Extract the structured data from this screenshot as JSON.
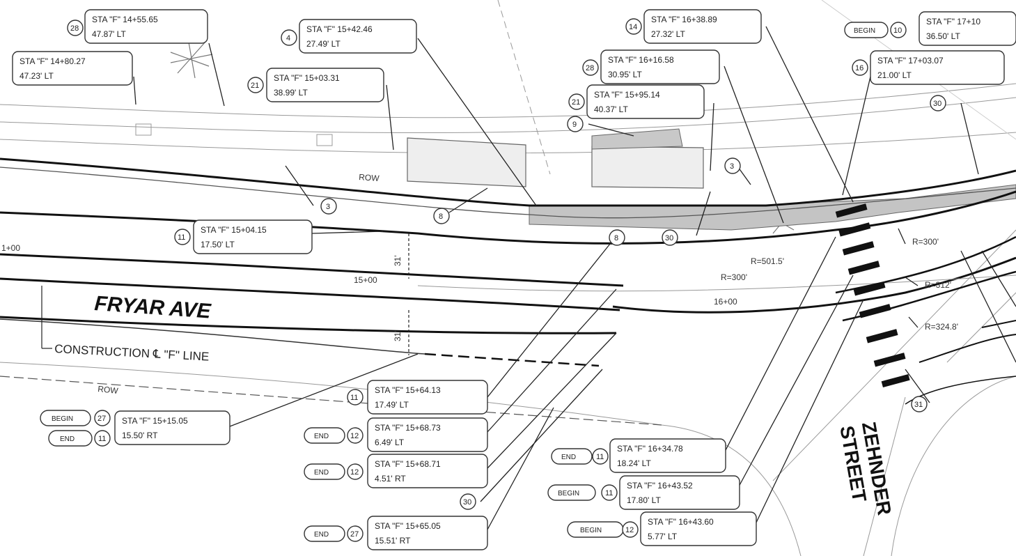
{
  "road_name": "FRYAR AVE",
  "street_name_line1": "ZEHNDER",
  "street_name_line2": "STREET",
  "centerline_label": "CONSTRUCTION ℄ \"F\" LINE",
  "row_labels": [
    "ROW",
    "ROW"
  ],
  "stations": [
    "15+00",
    "16+00",
    "1+00"
  ],
  "widths": [
    "31'",
    "31'"
  ],
  "radii": [
    "R=501.5'",
    "R=300'",
    "R=300'",
    "R=312'",
    "R=324.8'"
  ],
  "callouts": [
    {
      "tags": [],
      "num": "28",
      "sta": "STA \"F\" 14+55.65",
      "off": "47.87' LT"
    },
    {
      "tags": [],
      "num": "4",
      "sta": "STA \"F\" 15+42.46",
      "off": "27.49' LT"
    },
    {
      "tags": [],
      "num": "",
      "sta": "STA \"F\" 14+80.27",
      "off": "47.23' LT"
    },
    {
      "tags": [],
      "num": "21",
      "sta": "STA \"F\" 15+03.31",
      "off": "38.99' LT"
    },
    {
      "tags": [],
      "num": "14",
      "sta": "STA \"F\" 16+38.89",
      "off": "27.32' LT"
    },
    {
      "tags": [
        "BEGIN"
      ],
      "num": "10",
      "sta": "STA \"F\" 17+10",
      "off": "36.50' LT"
    },
    {
      "tags": [],
      "num": "28",
      "sta": "STA \"F\" 16+16.58",
      "off": "30.95' LT"
    },
    {
      "tags": [],
      "num": "16",
      "sta": "STA \"F\" 17+03.07",
      "off": "21.00' LT"
    },
    {
      "tags": [],
      "num": "21",
      "sta": "STA \"F\" 15+95.14",
      "off": "40.37' LT"
    },
    {
      "tags": [],
      "num": "11",
      "sta": "STA \"F\" 15+04.15",
      "off": "17.50' LT"
    },
    {
      "tags": [
        "BEGIN",
        "END"
      ],
      "num": "27",
      "num2": "11",
      "sta": "STA \"F\" 15+15.05",
      "off": "15.50' RT"
    },
    {
      "tags": [],
      "num": "11",
      "sta": "STA \"F\" 15+64.13",
      "off": "17.49' LT"
    },
    {
      "tags": [
        "END"
      ],
      "num": "12",
      "sta": "STA \"F\" 15+68.73",
      "off": "6.49' LT"
    },
    {
      "tags": [
        "END"
      ],
      "num": "12",
      "sta": "STA \"F\" 15+68.71",
      "off": "4.51' RT"
    },
    {
      "tags": [
        "END"
      ],
      "num": "27",
      "sta": "STA \"F\" 15+65.05",
      "off": "15.51' RT"
    },
    {
      "tags": [
        "END"
      ],
      "num": "11",
      "sta": "STA \"F\" 16+34.78",
      "off": "18.24' LT"
    },
    {
      "tags": [
        "BEGIN"
      ],
      "num": "11",
      "sta": "STA \"F\" 16+43.52",
      "off": "17.80' LT"
    },
    {
      "tags": [
        "BEGIN"
      ],
      "num": "12",
      "sta": "STA \"F\" 16+43.60",
      "off": "5.77' LT"
    }
  ],
  "bubbles": [
    "9",
    "3",
    "8",
    "8",
    "30",
    "30",
    "30",
    "3",
    "31"
  ]
}
